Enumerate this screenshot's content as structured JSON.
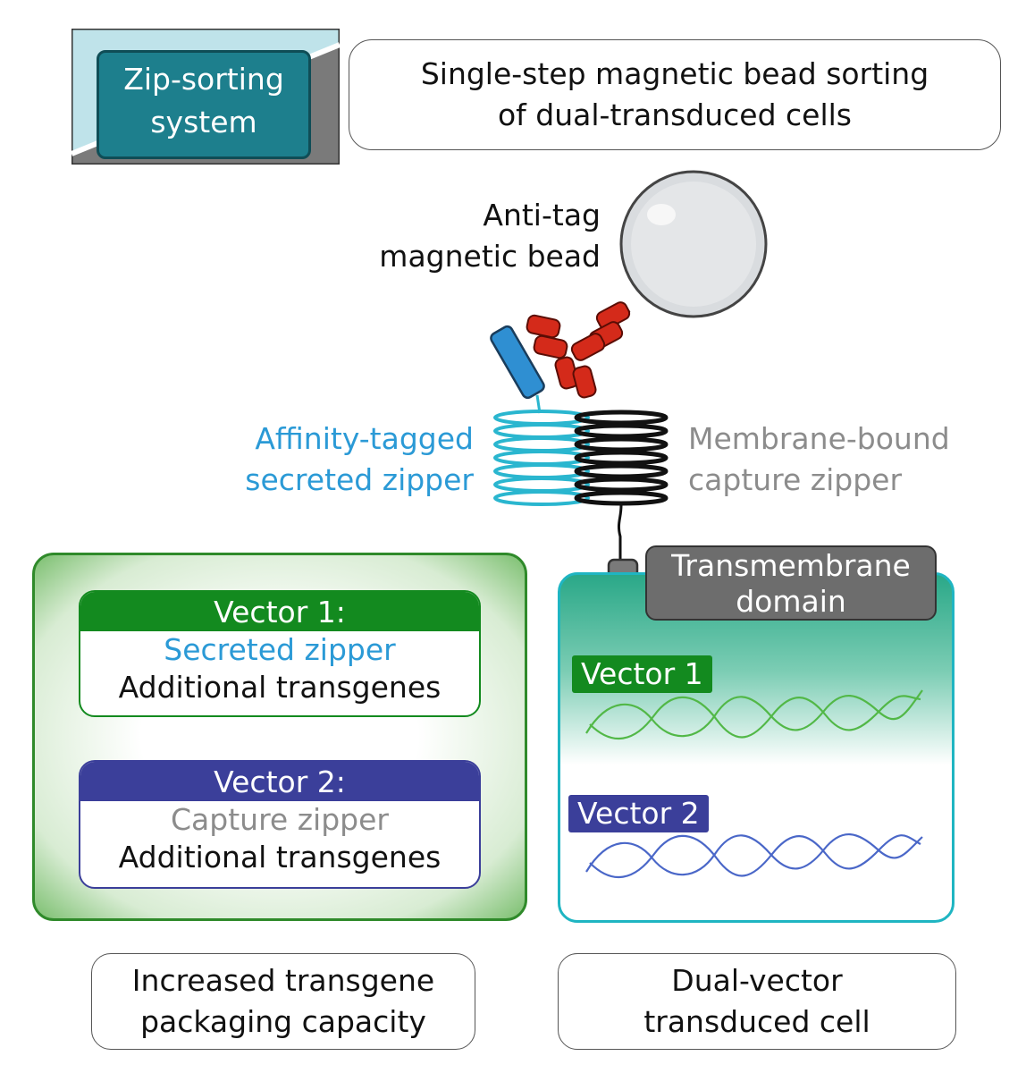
{
  "badge": {
    "line1": "Zip-sorting",
    "line2": "system"
  },
  "header": {
    "line1": "Single-step magnetic bead sorting",
    "line2": "of dual-transduced cells"
  },
  "bead_label": {
    "line1": "Anti-tag",
    "line2": "magnetic bead"
  },
  "secreted_label": {
    "line1": "Affinity-tagged",
    "line2": "secreted zipper"
  },
  "capture_label": {
    "line1": "Membrane-bound",
    "line2": "capture zipper"
  },
  "tm_label": {
    "line1": "Transmembrane",
    "line2": "domain"
  },
  "vector1_card": {
    "title": "Vector 1:",
    "line1": "Secreted zipper",
    "line2": "Additional transgenes"
  },
  "vector2_card": {
    "title": "Vector 2:",
    "line1": "Capture zipper",
    "line2": "Additional transgenes"
  },
  "cell_tags": {
    "vector1": "Vector 1",
    "vector2": "Vector 2"
  },
  "footer_left": {
    "line1": "Increased transgene",
    "line2": "packaging capacity"
  },
  "footer_right": {
    "line1": "Dual-vector",
    "line2": "transduced cell"
  },
  "colors": {
    "teal": "#1f8a9a",
    "cyan_zipper": "#2ab6cf",
    "green": "#138a1f",
    "blue": "#3b3f9a",
    "red": "#d42a1a",
    "grey_box": "#6d6d6d",
    "label_blue": "#2b9ad6",
    "label_grey": "#8c8c8c"
  }
}
